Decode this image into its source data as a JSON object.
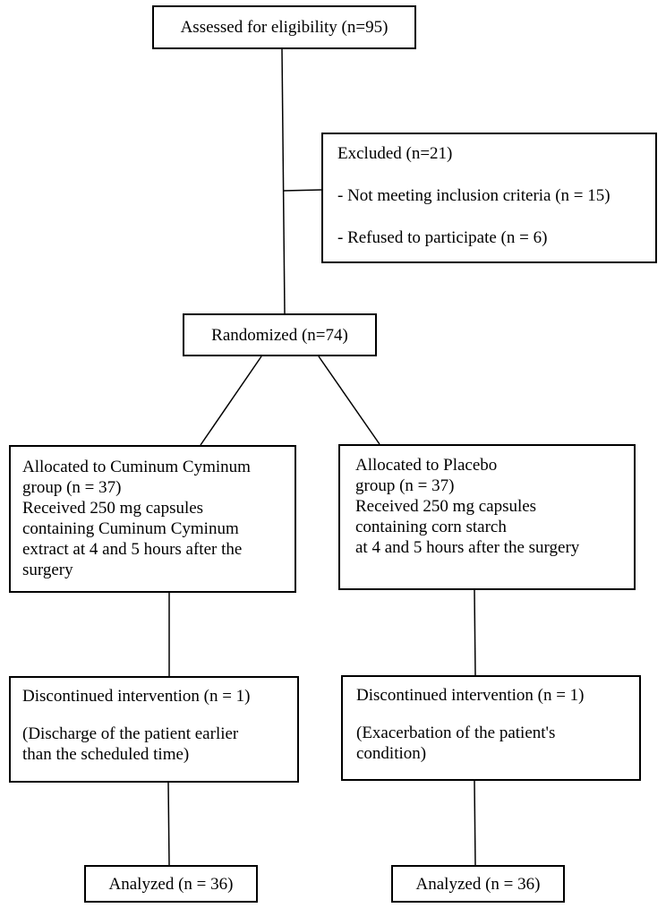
{
  "assessed": {
    "text": "Assessed for eligibility (n=95)"
  },
  "excluded": {
    "title": "Excluded (n=21)",
    "items": [
      "- Not meeting inclusion criteria (n = 15)",
      "- Refused to participate (n = 6)"
    ]
  },
  "randomized": {
    "text": "Randomized (n=74)"
  },
  "left_arm": {
    "allocation": [
      "Allocated to Cuminum Cyminum",
      "group (n = 37)",
      "Received 250 mg capsules",
      "containing Cuminum Cyminum",
      "extract at 4 and 5 hours after the",
      "surgery"
    ],
    "discontinued_title": "Discontinued intervention (n = 1)",
    "discontinued_reason": [
      "(Discharge of the patient earlier",
      "than the scheduled time)"
    ],
    "analyzed": "Analyzed (n = 36)"
  },
  "right_arm": {
    "allocation": [
      "Allocated to Placebo",
      "group (n = 37)",
      "Received 250 mg capsules",
      "containing corn starch",
      "at 4 and 5 hours after the surgery"
    ],
    "discontinued_title": "Discontinued intervention (n = 1)",
    "discontinued_reason": [
      "(Exacerbation of the patient's",
      "condition)"
    ],
    "analyzed": "Analyzed (n = 36)"
  }
}
